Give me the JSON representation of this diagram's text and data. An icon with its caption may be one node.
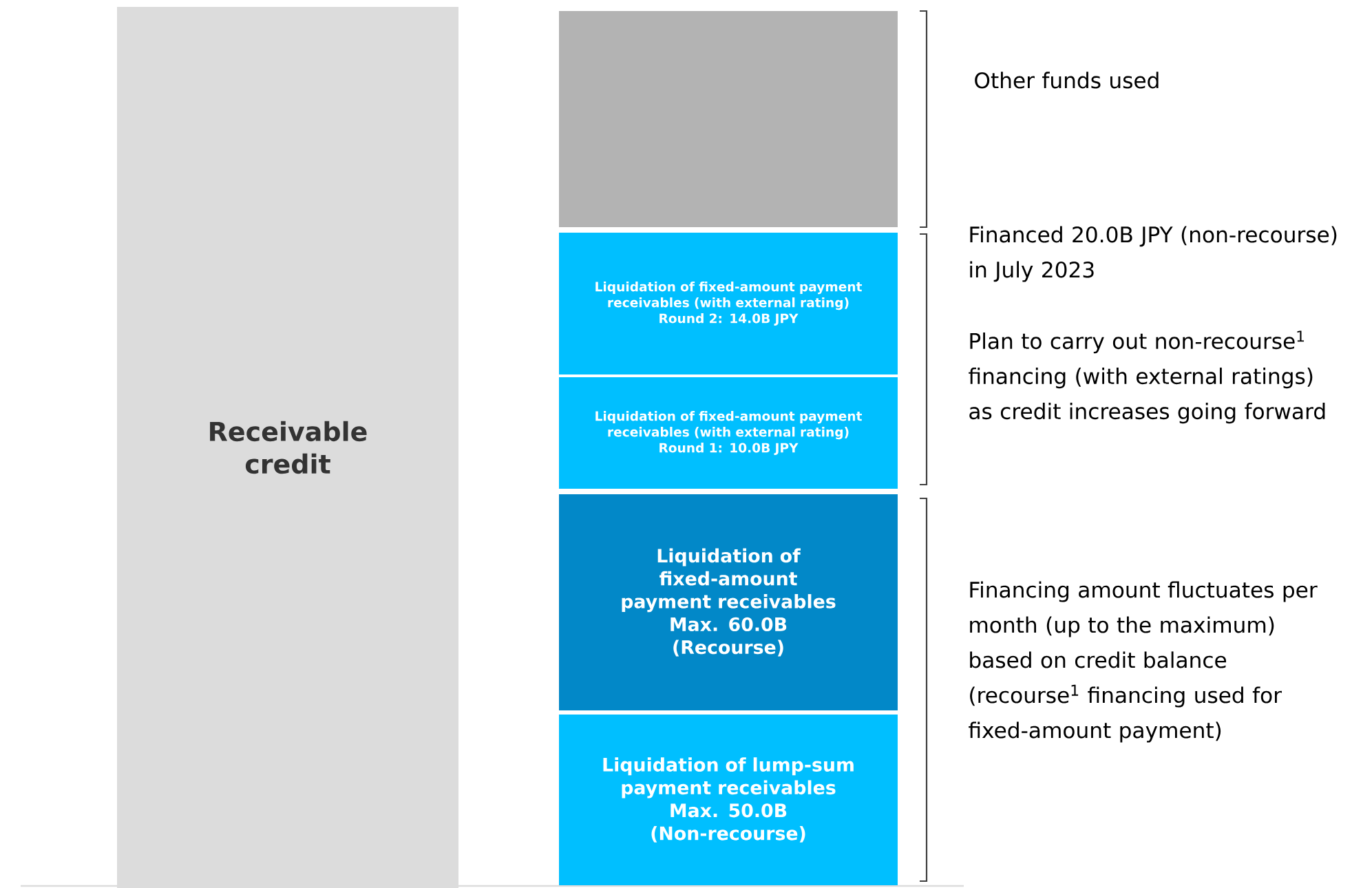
{
  "diagram": {
    "nodes": [
      {
        "text": [
          "Receivable credit"
        ]
      },
      {
        "text": [],
        "shape": "box"
      },
      {
        "text": [
          "Liquidation of fixed-amount payment receivables (with external rating)",
          "Round 2: 14.0B JPY"
        ]
      },
      {
        "text": [
          "Liquidation of fixed-amount payment receivables (with external rating)",
          "Round 1: 10.0B JPY"
        ]
      },
      {
        "text": [
          "Liquidation of fixed-amount payment receivables",
          "Max. 60.0B",
          "(Recourse)"
        ]
      },
      {
        "text": [
          "Liquidation of lump-sum payment receivables",
          "Max. 50.0B",
          "(Non-recourse)"
        ]
      }
    ],
    "labels": [
      "Other funds used",
      "Financed 20.0B JPY (non-recourse) in July 2023",
      "Plan to carry out non-recourse$^{1}$ financing (with external ratings) as credit increases going forward",
      "Financing amount fluctuates per month (up to the maximum) based on credit balance (recourse$^{1}$ financing used for fixed-amount payment)"
    ]
  }
}
